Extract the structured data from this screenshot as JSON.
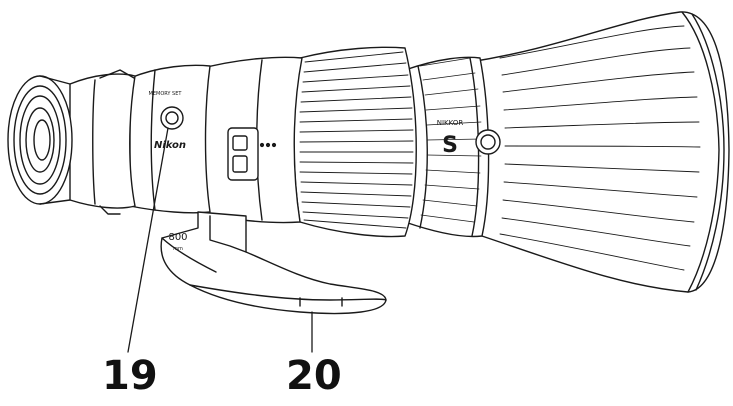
{
  "callouts": [
    {
      "number": "19",
      "part": "memory-set-button"
    },
    {
      "number": "20",
      "part": "tripod-foot"
    }
  ],
  "lens_markings": {
    "memory_set_label": "MEMORY SET",
    "brand": "Nikon",
    "focal_length": "800",
    "focal_unit": "mm",
    "nikkor": "NIKKOR",
    "s_mark": "S"
  },
  "colors": {
    "line": "#1a1a1a",
    "fill": "#ffffff",
    "background": "#ffffff"
  }
}
